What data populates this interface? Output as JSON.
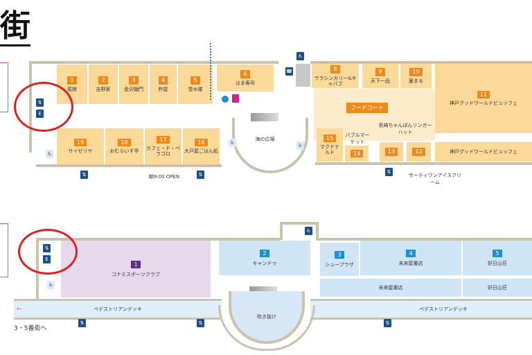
{
  "title": "街",
  "upper_floor": {
    "shops": [
      {
        "num": "1",
        "name": "菜館"
      },
      {
        "num": "2",
        "name": "吉野家"
      },
      {
        "num": "3",
        "name": "金沢麺門"
      },
      {
        "num": "4",
        "name": "杵屋"
      },
      {
        "num": "5",
        "name": "雪水楼"
      },
      {
        "num": "6",
        "name": "はま寿司"
      },
      {
        "num": "8",
        "name": "ララシンカリー&キャバブ"
      },
      {
        "num": "9",
        "name": "天下一品"
      },
      {
        "num": "10",
        "name": "夏まる"
      },
      {
        "num": "11",
        "name": "神戸グッドワールドビュッフェ"
      },
      {
        "num": "12",
        "name": ""
      },
      {
        "num": "13",
        "name": ""
      },
      {
        "num": "14",
        "name": ""
      },
      {
        "num": "15",
        "name": "マクドナルド"
      },
      {
        "num": "16",
        "name": "大戸屋ごはん処"
      },
      {
        "num": "17",
        "name": "カフェ・ド・ペラゴロ"
      },
      {
        "num": "18",
        "name": "おむらいす亭"
      },
      {
        "num": "19",
        "name": "サイゼリヤ"
      }
    ],
    "food_court": "フードコート",
    "shop11_lower": "神戸グッドワールドビュッフェ",
    "bubble_market": "バブルマーケット",
    "ringer_hut": "長崎ちゃんぽんリンガーハット",
    "thirty_one": "サーティワンアイスクリーム",
    "plaza": "海の広場",
    "open_time": "朝9:00 OPEN"
  },
  "lower_floor": {
    "shops": [
      {
        "num": "1",
        "name": "コナミスポーツクラブ"
      },
      {
        "num": "2",
        "name": "キャンドゥ"
      },
      {
        "num": "3",
        "name": "シュープラザ"
      },
      {
        "num": "4",
        "name": "未来屋書店"
      },
      {
        "num": "5",
        "name": "好日山荘"
      }
    ],
    "shop4_lower": "未来屋書店",
    "shop5_lower": "好日山荘",
    "deck": "ペデストリアンデッキ",
    "atrium": "吹き抜け",
    "to_other": "3・5番街へ"
  },
  "colors": {
    "shop": "#fbd999",
    "number": "#ee8a1c",
    "lower_shop": "#cfe4f5",
    "highlight": "#e02020"
  }
}
